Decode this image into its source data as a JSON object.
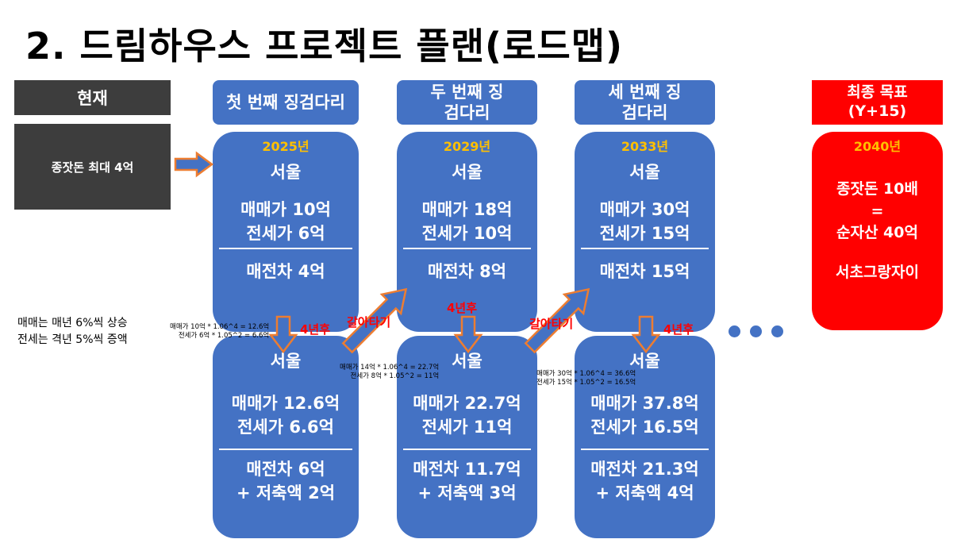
{
  "title": "2. 드림하우스 프로젝트 플랜(로드맵)",
  "current": {
    "label": "현재",
    "value": "종잣돈 최대 4억"
  },
  "side_note": [
    "매매는 매년 6%씩 상승",
    "전세는 격년 5%씩 증액"
  ],
  "stages": [
    {
      "header": "첫 번째 징검다리",
      "top": {
        "year": "2025년",
        "city": "서울",
        "price": "매매가 10억",
        "jeonse": "전세가 6억",
        "gap": "매전차 4억"
      },
      "bottom": {
        "city": "서울",
        "price": "매매가 12.6억",
        "jeonse": "전세가 6.6억",
        "gap": "매전차 6억",
        "saving": "+ 저축액 2억"
      },
      "after": "4년후",
      "calc": [
        "매매가 10억 * 1.06^4 = 12.6억",
        "전세가 6억 * 1.05^2 = 6.6억"
      ]
    },
    {
      "header": "두 번째 징검다리",
      "top": {
        "year": "2029년",
        "city": "서울",
        "price": "매매가 18억",
        "jeonse": "전세가 10억",
        "gap": "매전차 8억"
      },
      "bottom": {
        "city": "서울",
        "price": "매매가 22.7억",
        "jeonse": "전세가 11억",
        "gap": "매전차 11.7억",
        "saving": "+ 저축액 3억"
      },
      "after": "4년후",
      "calc": [
        "매매가 14억 * 1.06^4 = 22.7억",
        "전세가 8억 * 1.05^2 = 11억"
      ]
    },
    {
      "header": "세 번째 징검다리",
      "top": {
        "year": "2033년",
        "city": "서울",
        "price": "매매가 30억",
        "jeonse": "전세가 15억",
        "gap": "매전차 15억"
      },
      "bottom": {
        "city": "서울",
        "price": "매매가 37.8억",
        "jeonse": "전세가 16.5억",
        "gap": "매전차 21.3억",
        "saving": "+ 저축액 4억"
      },
      "after": "4년후",
      "calc": [
        "매매가 30억 * 1.06^4 = 36.6억",
        "전세가 15억 * 1.05^2 = 16.5억"
      ]
    }
  ],
  "switch_label": "갈아타기",
  "final": {
    "header": "최종 목표\n(Y+15)",
    "year": "2040년",
    "line1": "종잣돈 10배",
    "eq": "=",
    "line2": "순자산 40억",
    "line3": "서초그랑자이"
  },
  "colors": {
    "card": "#4472c4",
    "arrow_fill": "#4472c4",
    "arrow_stroke": "#ed7d31",
    "accent": "#ffc000",
    "goal": "#ff0000",
    "dark": "#3d3d3d"
  }
}
